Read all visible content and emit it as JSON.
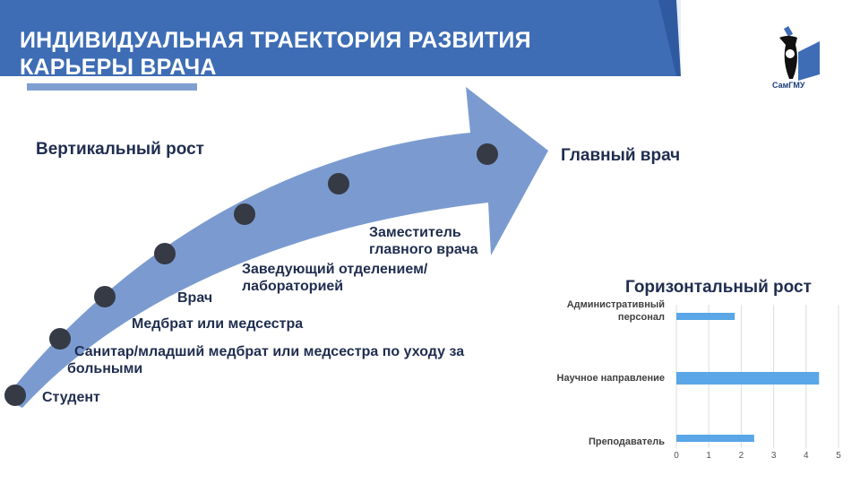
{
  "header": {
    "title_line1": "ИНДИВИДУАЛЬНАЯ ТРАЕКТОРИЯ РАЗВИТИЯ",
    "title_line2": "КАРЬЕРЫ ВРАЧА"
  },
  "logo": {
    "text": "СамГМУ"
  },
  "vertical": {
    "heading": "Вертикальный рост",
    "goal": "Главный врач",
    "steps": [
      "Студент",
      "Санитар/младший медбрат или медсестра по уходу за больными",
      "Медбрат или медсестра",
      "Врач",
      "Заведующий отделением/ лабораторией",
      "Заместитель главного врача"
    ]
  },
  "colors": {
    "banner": "#3e6db5",
    "arrow": "#7b9bd0",
    "dot": "#353a44",
    "bar": "#5aa6e6"
  },
  "chart_data": {
    "type": "bar",
    "orientation": "horizontal",
    "title": "Горизонтальный рост",
    "categories": [
      "Административный персонал",
      "Научное направление",
      "Преподаватель"
    ],
    "values": [
      1.8,
      4.4,
      2.4
    ],
    "xlim": [
      0,
      5
    ],
    "xticks": [
      "0",
      "1",
      "2",
      "3",
      "4",
      "5"
    ],
    "grid": true
  }
}
